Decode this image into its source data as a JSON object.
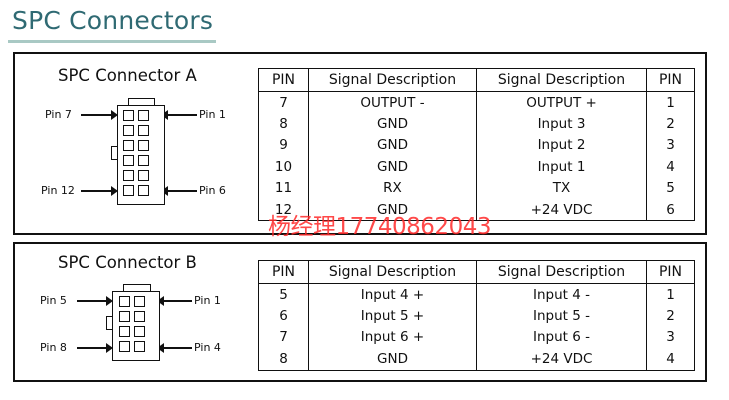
{
  "page": {
    "title": "SPC Connectors"
  },
  "connector_a": {
    "title": "SPC Connector A",
    "pin_top_left": "Pin 7",
    "pin_top_right": "Pin 1",
    "pin_bottom_left": "Pin 12",
    "pin_bottom_right": "Pin 6",
    "headers": [
      "PIN",
      "Signal Description",
      "Signal Description",
      "PIN"
    ],
    "rows": [
      [
        "7",
        "OUTPUT -",
        "OUTPUT +",
        "1"
      ],
      [
        "8",
        "GND",
        "Input 3",
        "2"
      ],
      [
        "9",
        "GND",
        "Input 2",
        "3"
      ],
      [
        "10",
        "GND",
        "Input 1",
        "4"
      ],
      [
        "11",
        "RX",
        "TX",
        "5"
      ],
      [
        "12",
        "GND",
        "+24 VDC",
        "6"
      ]
    ]
  },
  "connector_b": {
    "title": "SPC Connector B",
    "pin_top_left": "Pin 5",
    "pin_top_right": "Pin 1",
    "pin_bottom_left": "Pin 8",
    "pin_bottom_right": "Pin 4",
    "headers": [
      "PIN",
      "Signal Description",
      "Signal Description",
      "PIN"
    ],
    "rows": [
      [
        "5",
        "Input 4 +",
        "Input 4 -",
        "1"
      ],
      [
        "6",
        "Input 5 +",
        "Input 5 -",
        "2"
      ],
      [
        "7",
        "Input 6 +",
        "Input 6 -",
        "3"
      ],
      [
        "8",
        "GND",
        "+24 VDC",
        "4"
      ]
    ]
  },
  "watermark": {
    "text": "杨经理17740862043",
    "color": "#ff2a2a"
  },
  "colors": {
    "title": "#2f6a73",
    "underline": "#a9c9c4",
    "border": "#111111"
  }
}
